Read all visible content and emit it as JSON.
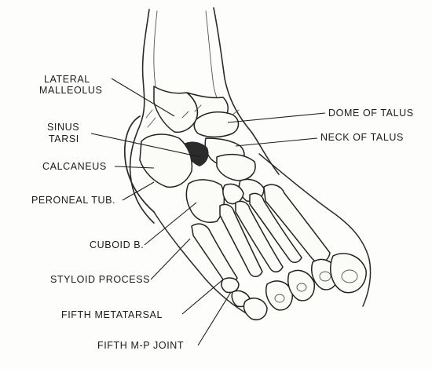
{
  "labels": {
    "lateral_malleolus_1": "LATERAL",
    "lateral_malleolus_2": "MALLEOLUS",
    "sinus_tarsi_1": "SINUS",
    "sinus_tarsi_2": "TARSI",
    "calcaneus": "CALCANEUS",
    "peroneal_tub": "PERONEAL TUB.",
    "cuboid": "CUBOID B.",
    "styloid_process": "STYLOID PROCESS",
    "fifth_metatarsal": "FIFTH METATARSAL",
    "fifth_mp_joint": "FIFTH M-P JOINT",
    "dome_of_talus": "DOME OF TALUS",
    "neck_of_talus": "NECK OF TALUS"
  },
  "colors": {
    "ink": "#2a2a2a",
    "paper": "#fdfdfb"
  }
}
